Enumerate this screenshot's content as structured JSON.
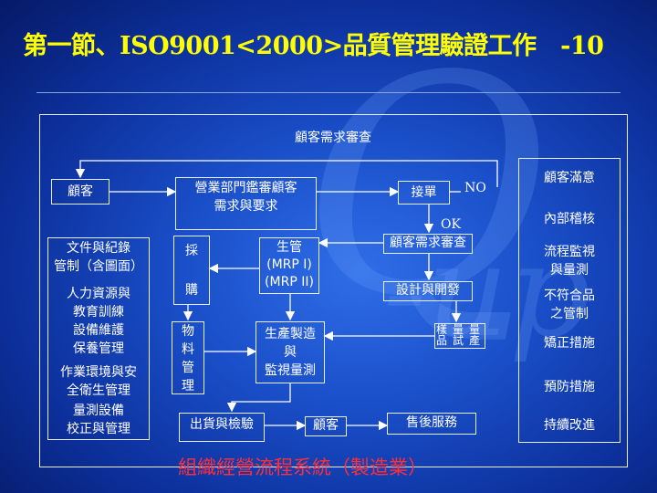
{
  "title": "第一節、ISO9001<2000>品質管理驗證工作　-10",
  "watermark": {
    "q": "Q",
    "up": "-up"
  },
  "footer": "組織經營流程系統（製造業）",
  "nodes": {
    "review_top": "顧客需求審查",
    "customer_left": "顧客",
    "sales_review": "營業部門鑑審顧客需求與要求",
    "accept_order": "接單",
    "no": "NO",
    "ok": "OK",
    "review_mid": "顧客需求審查",
    "design": "設計與開發",
    "purchase_1": "採",
    "purchase_2": "購",
    "materials": "物料管理",
    "production_control": "生管\n(MRP I)\n(MRP II)",
    "manufacturing": "生產製造\n與\n監視量測",
    "shipping": "出貨與檢驗",
    "customer_bottom": "顧客",
    "after_sales": "售後服務",
    "stage_col": [
      "量產",
      "量試",
      "樣品"
    ]
  },
  "left_column": [
    "文件與紀錄\n管制（含圖面）",
    "人力資源與\n教育訓練",
    "設備維護\n保養管理",
    "作業環境與安\n全衛生管理",
    "量測設備\n校正與管理"
  ],
  "right_column": [
    "顧客滿意",
    "內部稽核",
    "流程監視\n與量測",
    "不符合品\n之管制",
    "矯正措施",
    "預防措施",
    "持續改進"
  ]
}
